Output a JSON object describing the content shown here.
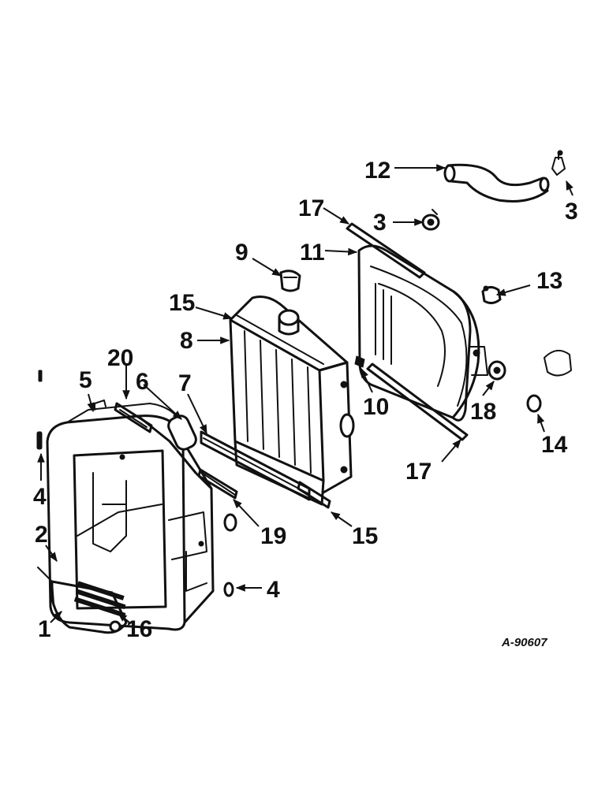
{
  "diagram": {
    "type": "exploded parts diagram",
    "drawing_number": "A-90607",
    "callouts": [
      "1",
      "2",
      "3",
      "3",
      "4",
      "4",
      "5",
      "6",
      "7",
      "8",
      "9",
      "10",
      "11",
      "12",
      "13",
      "14",
      "15",
      "15",
      "16",
      "17",
      "17",
      "18",
      "19",
      "20"
    ]
  },
  "labels": {
    "c1": "1",
    "c2": "2",
    "c3a": "3",
    "c3b": "3",
    "c4a": "4",
    "c4b": "4",
    "c5": "5",
    "c6": "6",
    "c7": "7",
    "c8": "8",
    "c9": "9",
    "c10": "10",
    "c11": "11",
    "c12": "12",
    "c13": "13",
    "c14": "14",
    "c15a": "15",
    "c15b": "15",
    "c16": "16",
    "c17a": "17",
    "c17b": "17",
    "c18": "18",
    "c19": "19",
    "c20": "20"
  }
}
